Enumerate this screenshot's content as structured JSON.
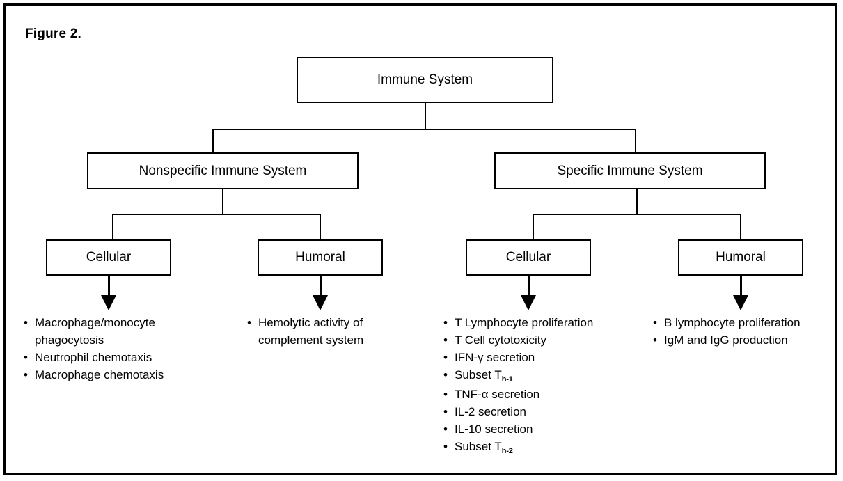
{
  "figure": {
    "title": "Figure 2.",
    "frame_color": "#000000",
    "background": "#ffffff"
  },
  "diagram_data": {
    "type": "tree-diagram",
    "root": {
      "label": "Immune System"
    },
    "level2": [
      {
        "label": "Nonspecific Immune System"
      },
      {
        "label": "Specific Immune System"
      }
    ],
    "level3": [
      {
        "label": "Cellular",
        "parent": "Nonspecific Immune System"
      },
      {
        "label": "Humoral",
        "parent": "Nonspecific Immune System"
      },
      {
        "label": "Cellular",
        "parent": "Specific Immune System"
      },
      {
        "label": "Humoral",
        "parent": "Specific Immune System"
      }
    ],
    "leaf_lists": [
      {
        "parent": "Nonspecific Cellular",
        "items": [
          "Macrophage/monocyte phagocytosis",
          "Neutrophil chemotaxis",
          "Macrophage chemotaxis"
        ]
      },
      {
        "parent": "Nonspecific Humoral",
        "items": [
          "Hemolytic activity of complement system"
        ]
      },
      {
        "parent": "Specific Cellular",
        "items": [
          "T Lymphocyte proliferation",
          "T Cell cytotoxicity",
          "IFN-γ secretion",
          "Subset T h-1",
          "TNF-α secretion",
          "IL-2 secretion",
          "IL-10 secretion",
          "Subset T h-2"
        ]
      },
      {
        "parent": "Specific Humoral",
        "items": [
          "B lymphocyte proliferation",
          "IgM and IgG production"
        ]
      }
    ]
  },
  "boxes": {
    "root": "Immune System",
    "nonspecific": "Nonspecific Immune System",
    "specific": "Specific Immune System",
    "ns_cellular": "Cellular",
    "ns_humoral": "Humoral",
    "sp_cellular": "Cellular",
    "sp_humoral": "Humoral"
  },
  "lists": {
    "ns_cellular": {
      "line1": "Macrophage/monocyte",
      "line2": "phagocytosis",
      "item2": "Neutrophil chemotaxis",
      "item3": "Macrophage chemotaxis"
    },
    "ns_humoral": {
      "line1": "Hemolytic activity of",
      "line2": "complement system"
    },
    "sp_cellular": {
      "item1": "T Lymphocyte proliferation",
      "item2": "T Cell cytotoxicity",
      "item3_main": "IFN-γ secretion",
      "item4_main": "Subset T",
      "item4_sub": "h-1",
      "item5_main": "TNF-α secretion",
      "item6": "IL-2 secretion",
      "item7": "IL-10 secretion",
      "item8_main": "Subset T",
      "item8_sub": "h-2"
    },
    "sp_humoral": {
      "item1": "B lymphocyte proliferation",
      "item2": "IgM and IgG production"
    }
  }
}
